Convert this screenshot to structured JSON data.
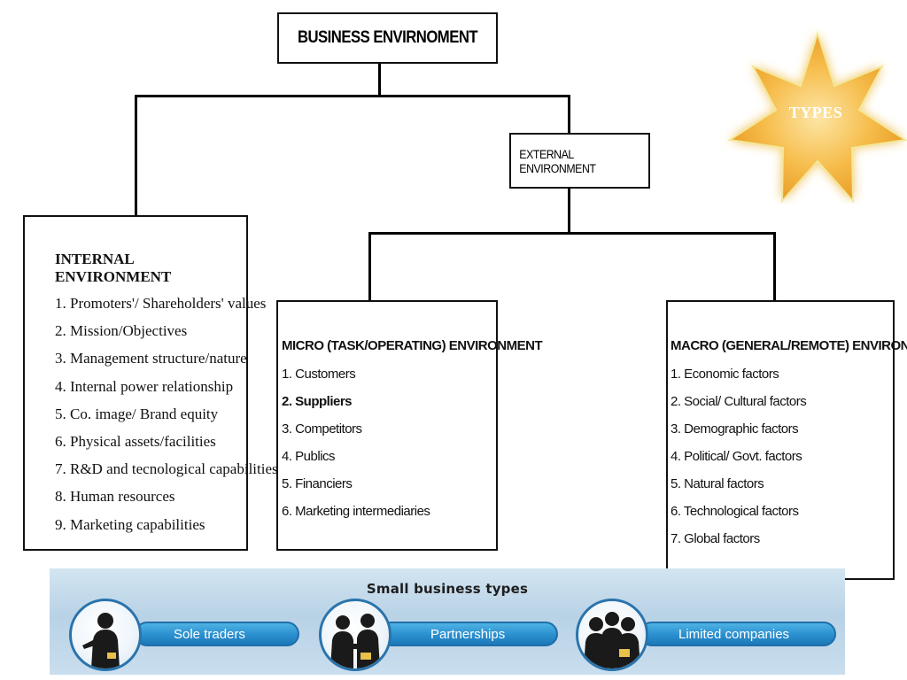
{
  "root": {
    "title": "BUSINESS ENVIRNOMENT"
  },
  "external": {
    "title": "EXTERNAL ENVIRONMENT"
  },
  "internal": {
    "title": "INTERNAL ENVIRONMENT",
    "items": [
      "1. Promoters'/ Shareholders' values",
      "2. Mission/Objectives",
      "3. Management structure/nature",
      "4. Internal power relationship",
      "5. Co. image/ Brand equity",
      "6. Physical assets/facilities",
      "7. R&D and tecnological capabilities",
      "8. Human resources",
      "9. Marketing capabilities"
    ]
  },
  "micro": {
    "title": "MICRO (TASK/OPERATING) ENVIRONMENT",
    "items": [
      "1. Customers",
      "2. Suppliers",
      "3. Competitors",
      "4. Publics",
      "5. Financiers",
      "6. Marketing intermediaries"
    ]
  },
  "macro": {
    "title": "MACRO (GENERAL/REMOTE) ENVIRONMENT",
    "items": [
      "1. Economic factors",
      "2. Social/ Cultural factors",
      "3. Demographic factors",
      "4. Political/ Govt. factors",
      "5. Natural factors",
      "6. Technological factors",
      "7. Global factors"
    ]
  },
  "star": {
    "label": "TYPES",
    "color": "#f5b335"
  },
  "banner": {
    "title": "Small business types",
    "items": [
      {
        "label": "Sole traders",
        "icon": "businessman-icon"
      },
      {
        "label": "Partnerships",
        "icon": "handshake-icon"
      },
      {
        "label": "Limited companies",
        "icon": "meeting-icon"
      }
    ]
  }
}
